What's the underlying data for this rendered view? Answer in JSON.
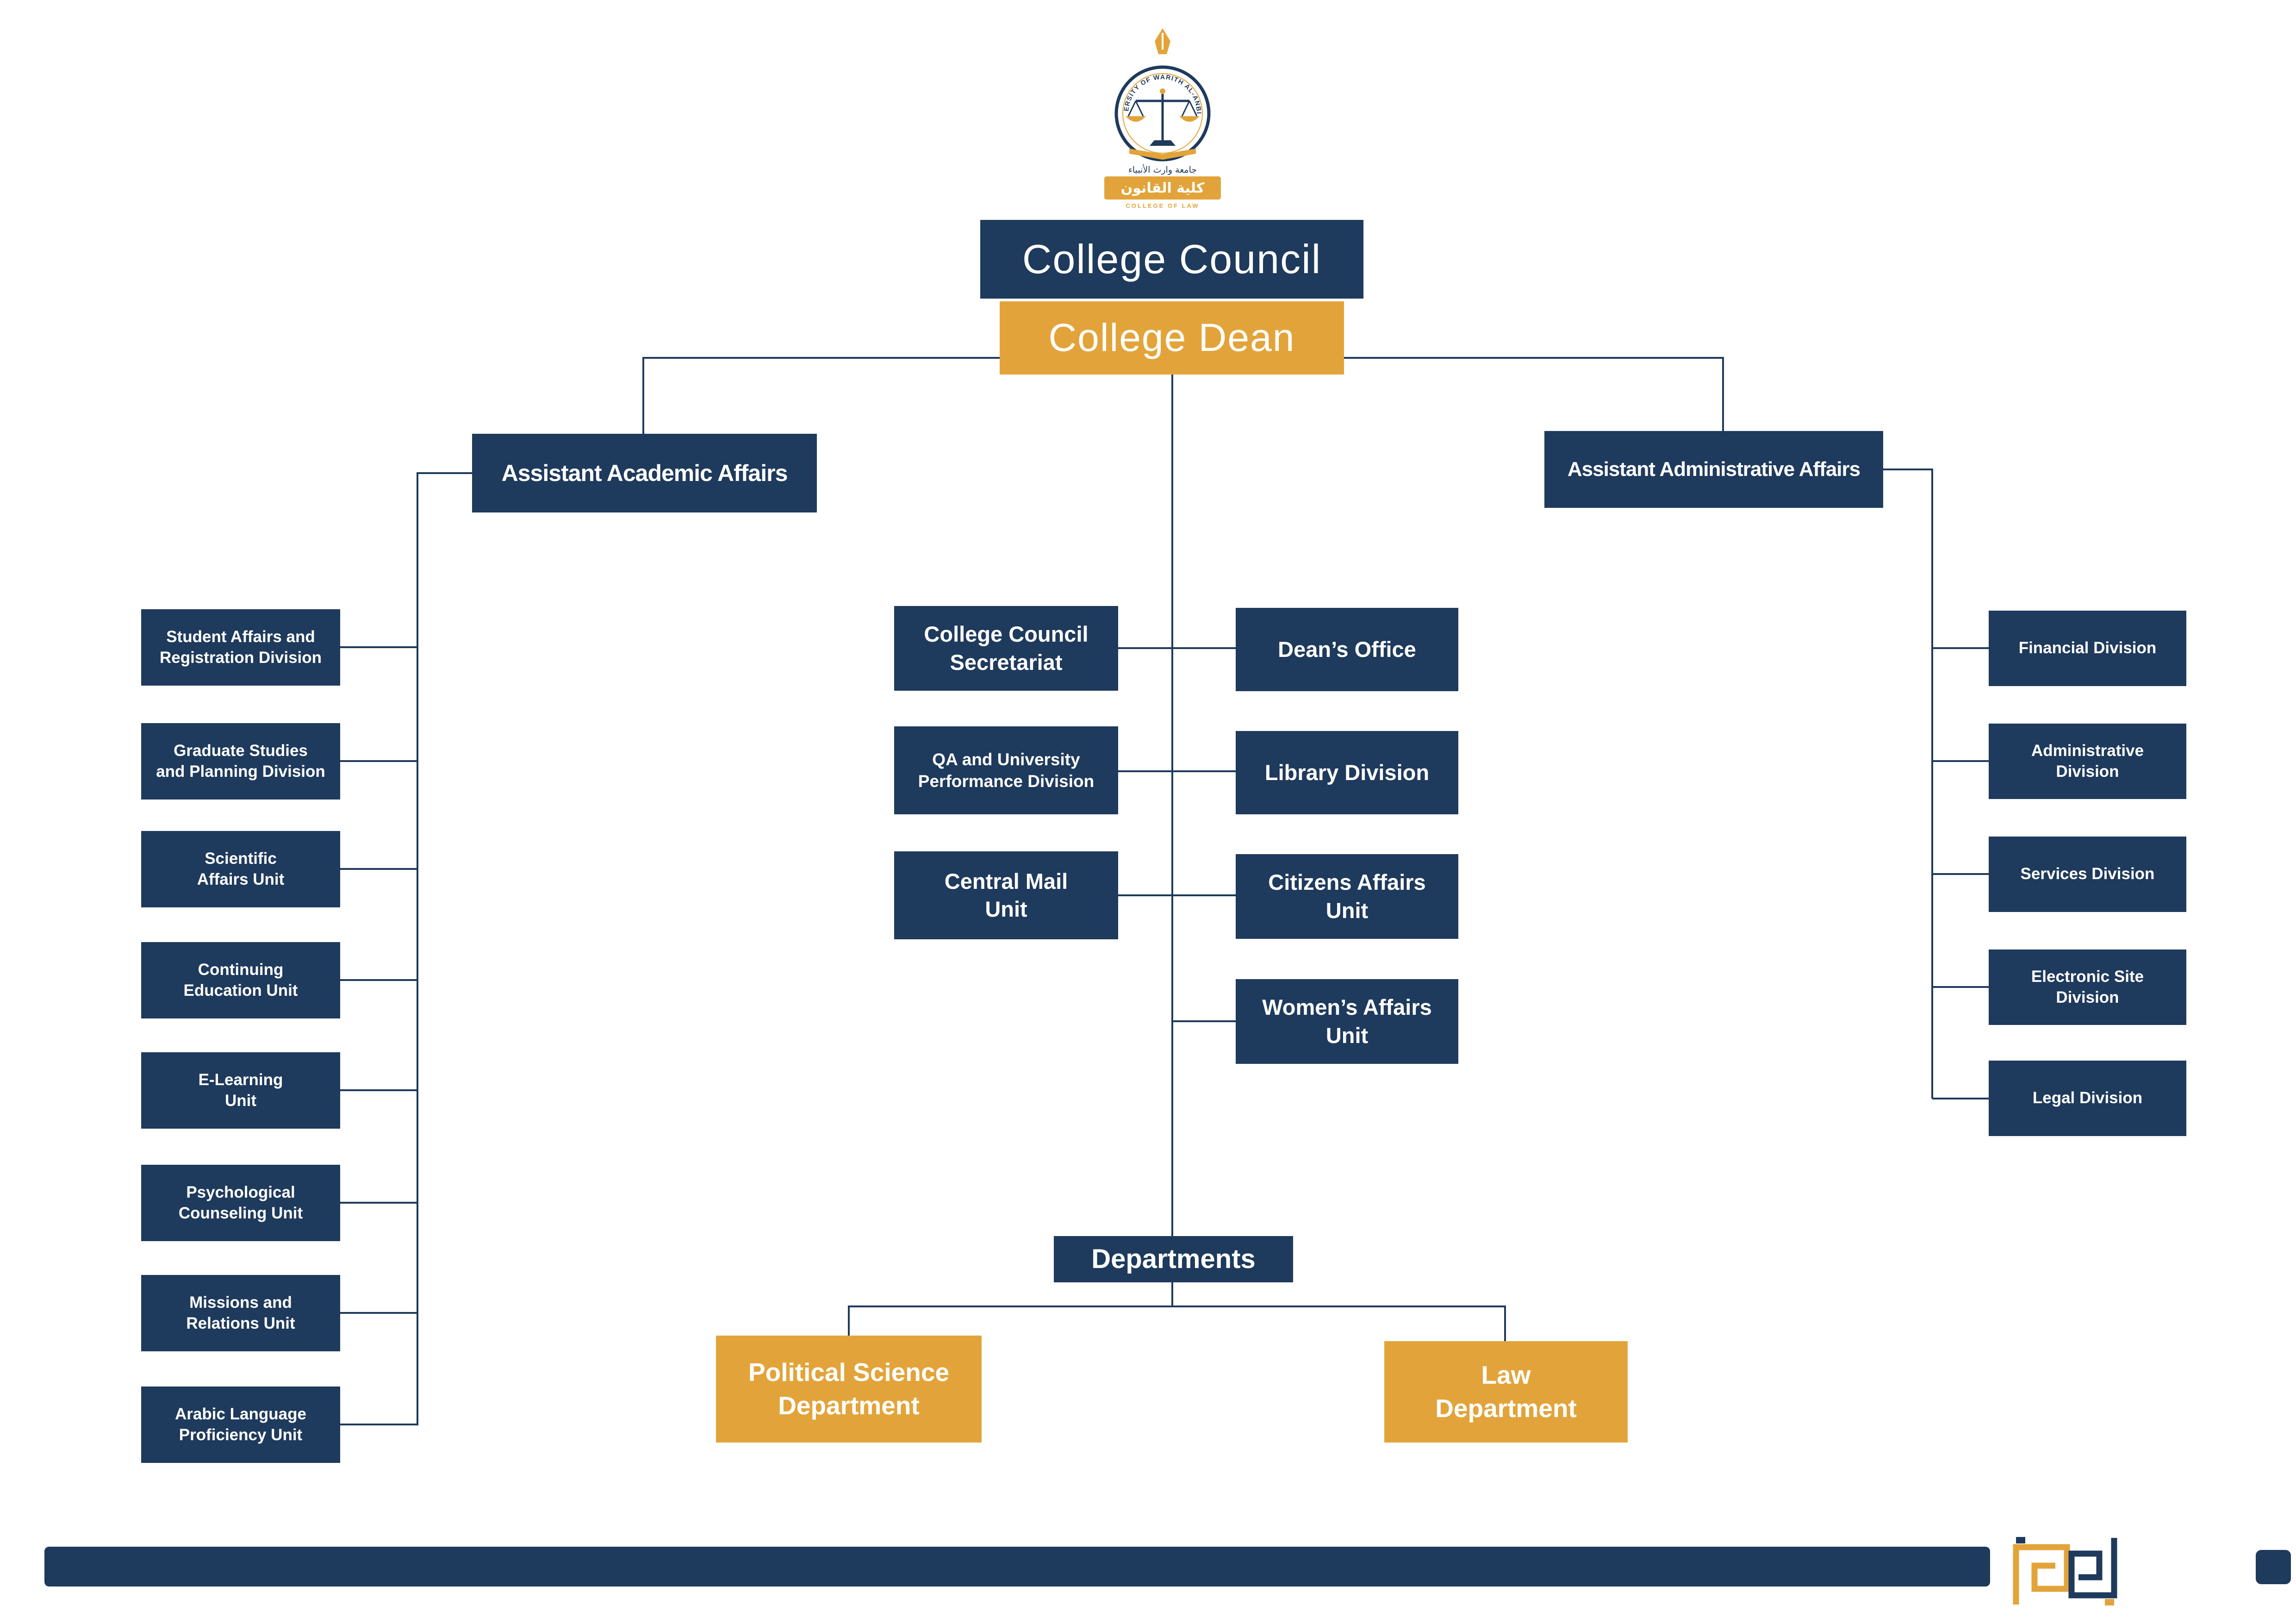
{
  "colors": {
    "navy": "#1e3a5c",
    "gold": "#e2a43a",
    "white": "#ffffff"
  },
  "emblem": {
    "arc_text": "UNIVERSITY OF WARITH AL-ANBIYAA",
    "arabic_name": "جامعة وارث الأنبياء",
    "banner": "كلية القانون",
    "caption": "COLLEGE OF LAW"
  },
  "chart": {
    "council": "College Council",
    "dean": "College Dean",
    "assistant_academic": "Assistant Academic Affairs",
    "assistant_administrative": "Assistant Administrative Affairs",
    "academic_units": [
      "Student Affairs and\nRegistration Division",
      "Graduate Studies\nand Planning Division",
      "Scientific\nAffairs Unit",
      "Continuing\nEducation Unit",
      "E-Learning\nUnit",
      "Psychological\nCounseling Unit",
      "Missions and\nRelations Unit",
      "Arabic Language\nProficiency Unit"
    ],
    "central_left": [
      "College Council\nSecretariat",
      "QA and University\nPerformance Division",
      "Central Mail\nUnit"
    ],
    "central_right": [
      "Dean’s Office",
      "Library Division",
      "Citizens Affairs\nUnit",
      "Women’s Affairs\nUnit"
    ],
    "administrative_divisions": [
      "Financial Division",
      "Administrative\nDivision",
      "Services Division",
      "Electronic Site\nDivision",
      "Legal Division"
    ],
    "departments_title": "Departments",
    "departments": [
      "Political Science\nDepartment",
      "Law\nDepartment"
    ]
  }
}
